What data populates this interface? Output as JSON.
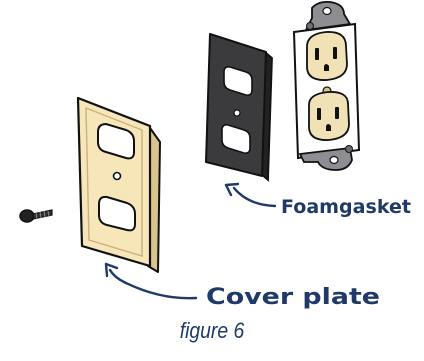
{
  "figure": {
    "caption": "figure 6",
    "labels": {
      "foam_gasket": "Foamgasket",
      "cover_plate": "Cover plate"
    },
    "colors": {
      "plate": "#f6e6ba",
      "plate_edge": "#c9b27e",
      "gasket": "#3b3b3d",
      "outlet_body": "#ffffff",
      "receptacle": "#f0e2b6",
      "metal_strap": "#8d8d92",
      "ink": "#1f3a68",
      "outline": "#111111"
    },
    "icons": [
      "screw-icon"
    ]
  }
}
